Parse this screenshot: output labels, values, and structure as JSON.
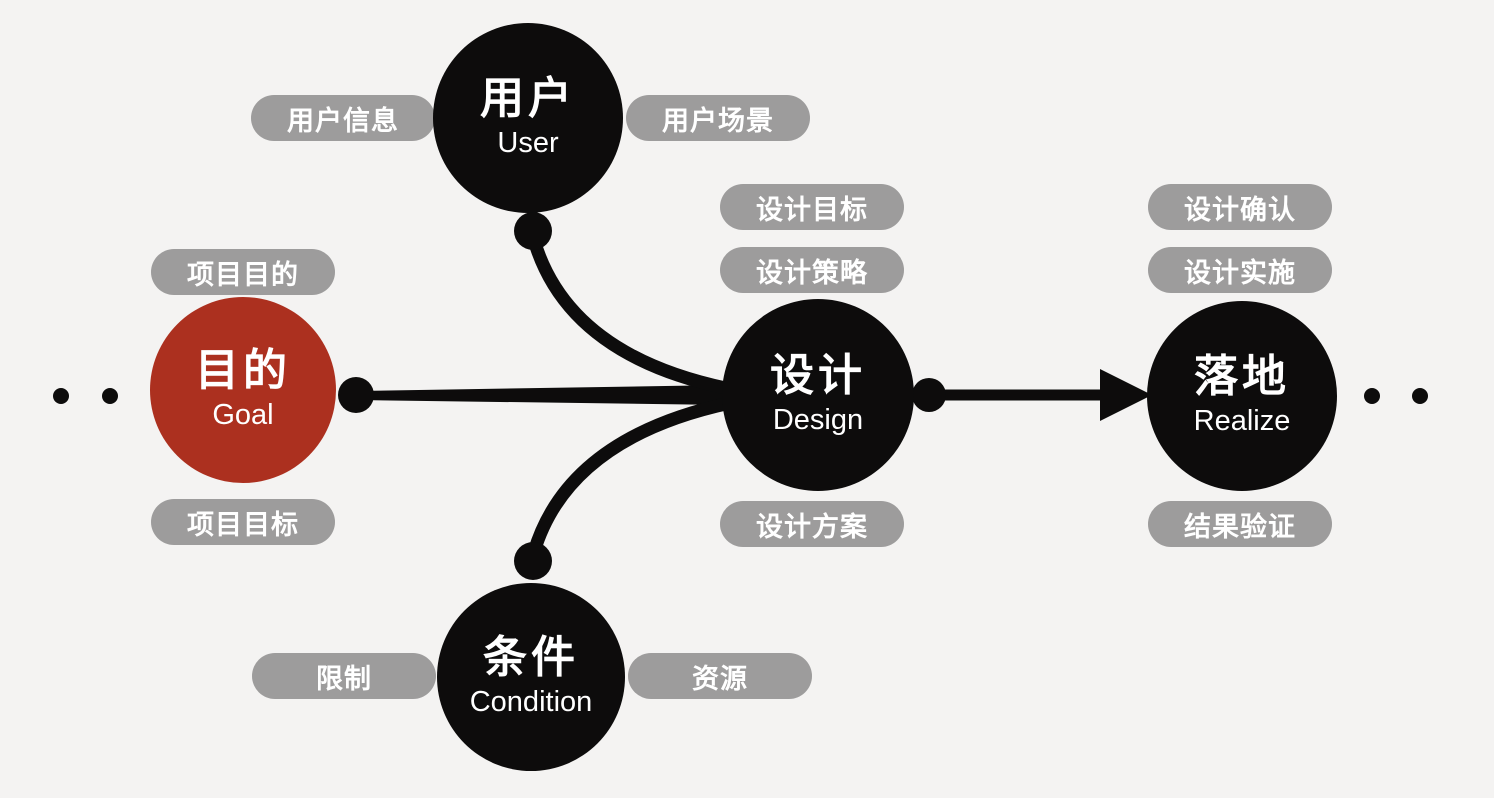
{
  "diagram": {
    "type": "flow-diagram",
    "colors": {
      "background": "#f4f3f2",
      "node_black": "#0d0c0c",
      "node_red_accent": "#ac301f",
      "pill_gray": "#9d9c9c",
      "text": "#ffffff"
    },
    "nodes": {
      "goal": {
        "label_zh": "目的",
        "label_en": "Goal"
      },
      "user": {
        "label_zh": "用户",
        "label_en": "User"
      },
      "design": {
        "label_zh": "设计",
        "label_en": "Design"
      },
      "condition": {
        "label_zh": "条件",
        "label_en": "Condition"
      },
      "realize": {
        "label_zh": "落地",
        "label_en": "Realize"
      }
    },
    "pills": {
      "project_purpose": "项目目的",
      "project_target": "项目目标",
      "user_info": "用户信息",
      "user_scenario": "用户场景",
      "design_goal": "设计目标",
      "design_strategy": "设计策略",
      "design_plan": "设计方案",
      "design_confirm": "设计确认",
      "design_implement": "设计实施",
      "result_verify": "结果验证",
      "limit": "限制",
      "resource": "资源"
    },
    "connections": [
      {
        "from": "goal",
        "to": "design",
        "style": "line-with-dot"
      },
      {
        "from": "user",
        "to": "design",
        "style": "curve-with-dot"
      },
      {
        "from": "condition",
        "to": "design",
        "style": "curve-with-dot"
      },
      {
        "from": "design",
        "to": "realize",
        "style": "arrow-with-dot"
      }
    ],
    "ellipsis": {
      "left": "..",
      "right": ".."
    }
  }
}
